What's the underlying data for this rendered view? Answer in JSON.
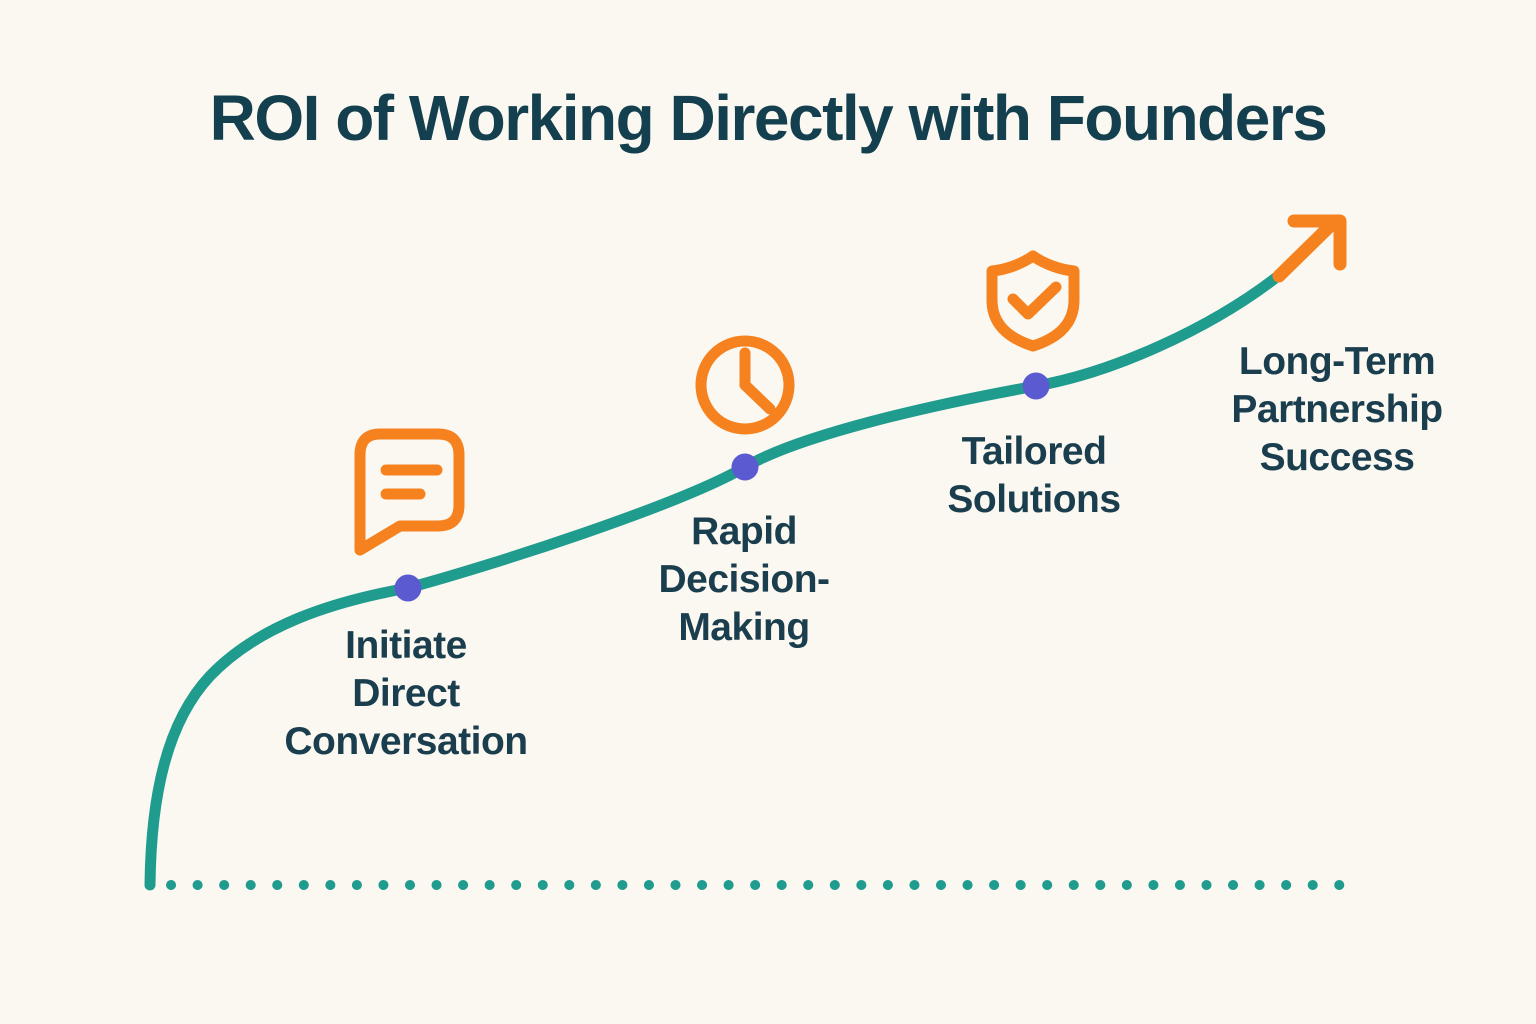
{
  "title": "ROI of Working Directly with Founders",
  "colors": {
    "background": "#faf8f1",
    "curve": "#209c8f",
    "accent": "#f5821f",
    "marker": "#5b5ad1",
    "heading": "#133f4e",
    "label": "#1b3e4e"
  },
  "milestones": [
    {
      "name": "initiate-direct-conversation",
      "icon": "chat-bubble-icon",
      "label": "Initiate Direct Conversation",
      "lines": [
        "Initiate",
        "Direct",
        "Conversation"
      ]
    },
    {
      "name": "rapid-decision-making",
      "icon": "clock-icon",
      "label": "Rapid Decision-Making",
      "lines": [
        "Rapid",
        "Decision-",
        "Making"
      ]
    },
    {
      "name": "tailored-solutions",
      "icon": "shield-check-icon",
      "label": "Tailored Solutions",
      "lines": [
        "Tailored",
        "Solutions"
      ]
    },
    {
      "name": "long-term-partnership-success",
      "icon": "arrow-up-right-icon",
      "label": "Long-Term Partnership Success",
      "lines": [
        "Long-Term",
        "Partnership",
        "Success"
      ]
    }
  ]
}
